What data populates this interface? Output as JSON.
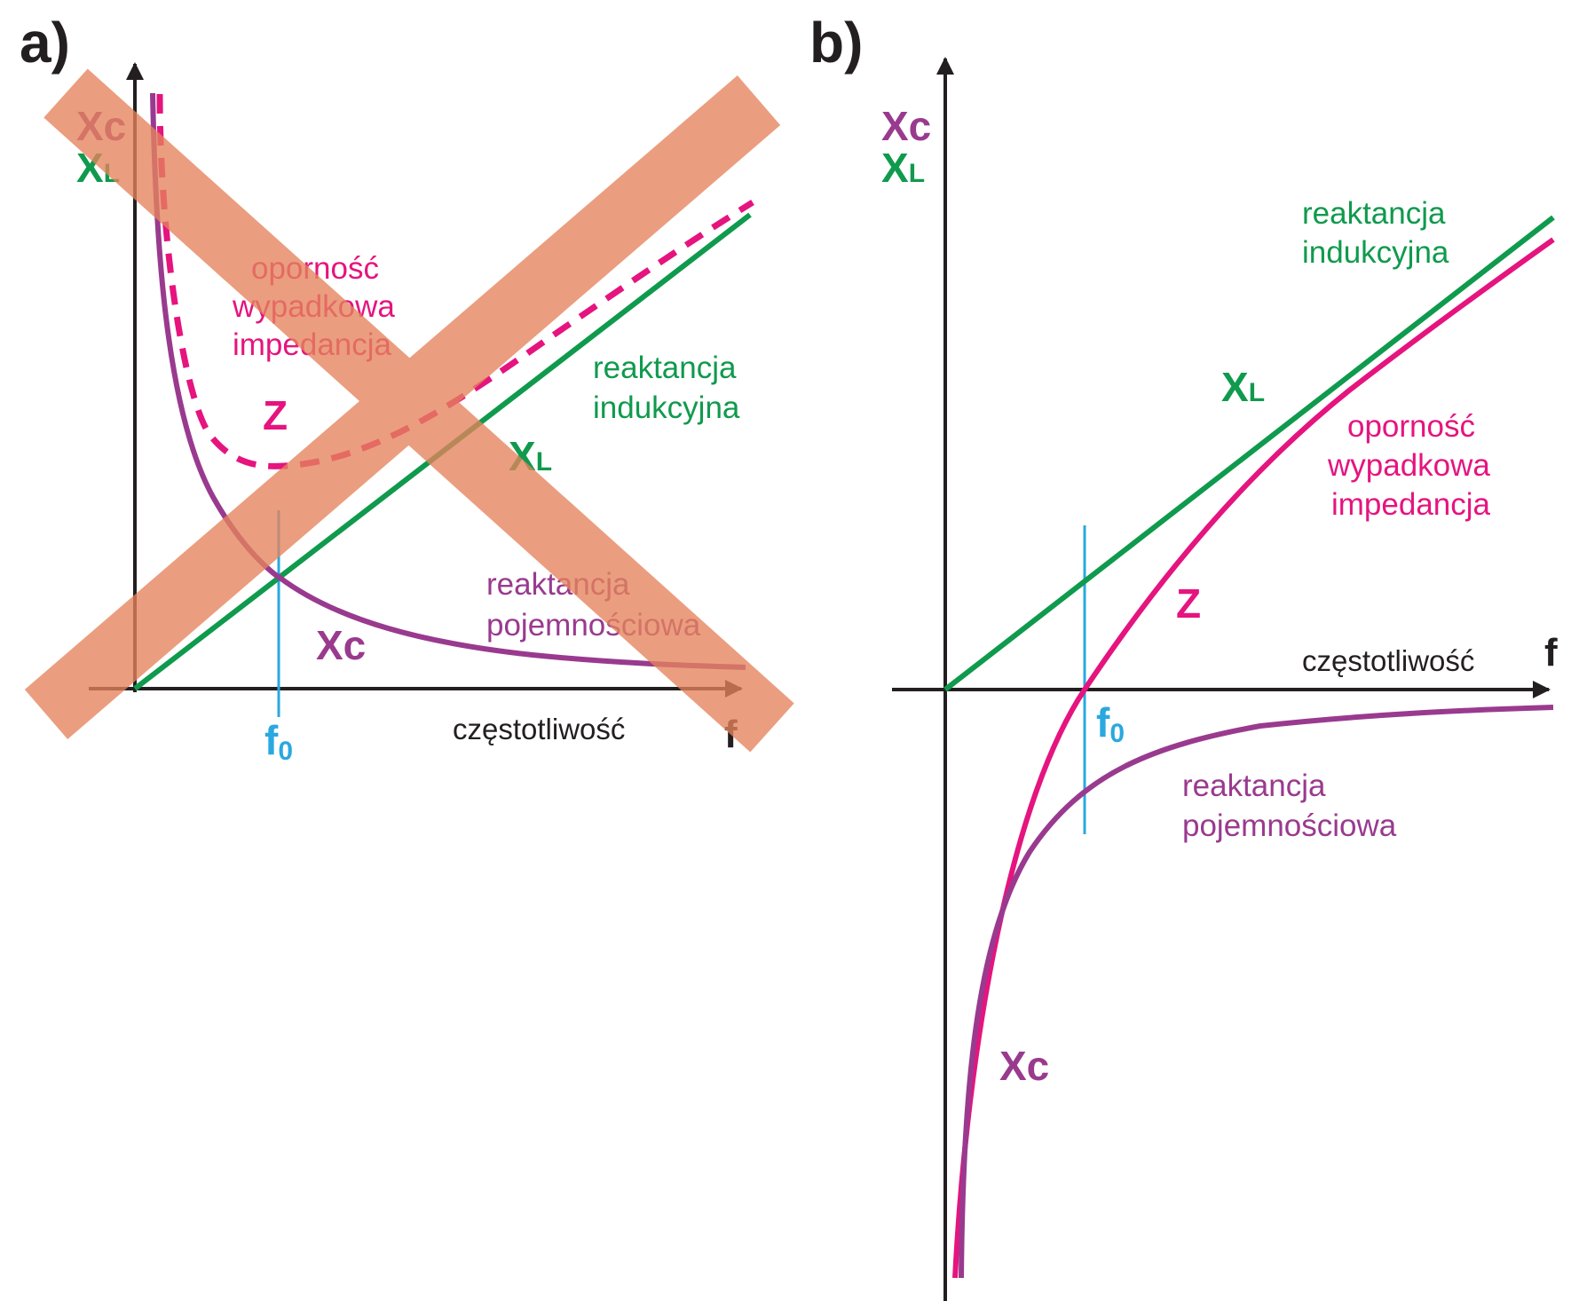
{
  "colors": {
    "axis": "#231f20",
    "xl": "#0f9a4d",
    "xc": "#993a8f",
    "z": "#e5147f",
    "f0": "#2aa8e0",
    "cross": "#e5835c"
  },
  "panel_a": {
    "label": "a)",
    "y_label_xc": "Xc",
    "y_label_xl": "X",
    "y_label_xl_sub": "L",
    "z_desc": [
      "oporność",
      "wypadkowa",
      "impedancja"
    ],
    "z_symbol": "Z",
    "xl_desc": [
      "reaktancja",
      "indukcyjna"
    ],
    "xl_symbol": "X",
    "xl_symbol_sub": "L",
    "xc_desc": [
      "reaktancja",
      "pojemnościowa"
    ],
    "xc_symbol": "Xc",
    "f0": "f",
    "f0_sub": "0",
    "x_axis_word": "częstotliwość",
    "x_axis_symbol": "f",
    "crossed_out": true
  },
  "panel_b": {
    "label": "b)",
    "y_label_xc": "Xc",
    "y_label_xl": "X",
    "y_label_xl_sub": "L",
    "xl_desc": [
      "reaktancja",
      "indukcyjna"
    ],
    "xl_symbol": "X",
    "xl_symbol_sub": "L",
    "z_desc": [
      "oporność",
      "wypadkowa",
      "impedancja"
    ],
    "z_symbol": "Z",
    "xc_desc": [
      "reaktancja",
      "pojemnościowa"
    ],
    "xc_symbol": "Xc",
    "f0": "f",
    "f0_sub": "0",
    "x_axis_word": "częstotliwość",
    "x_axis_symbol": "f"
  }
}
